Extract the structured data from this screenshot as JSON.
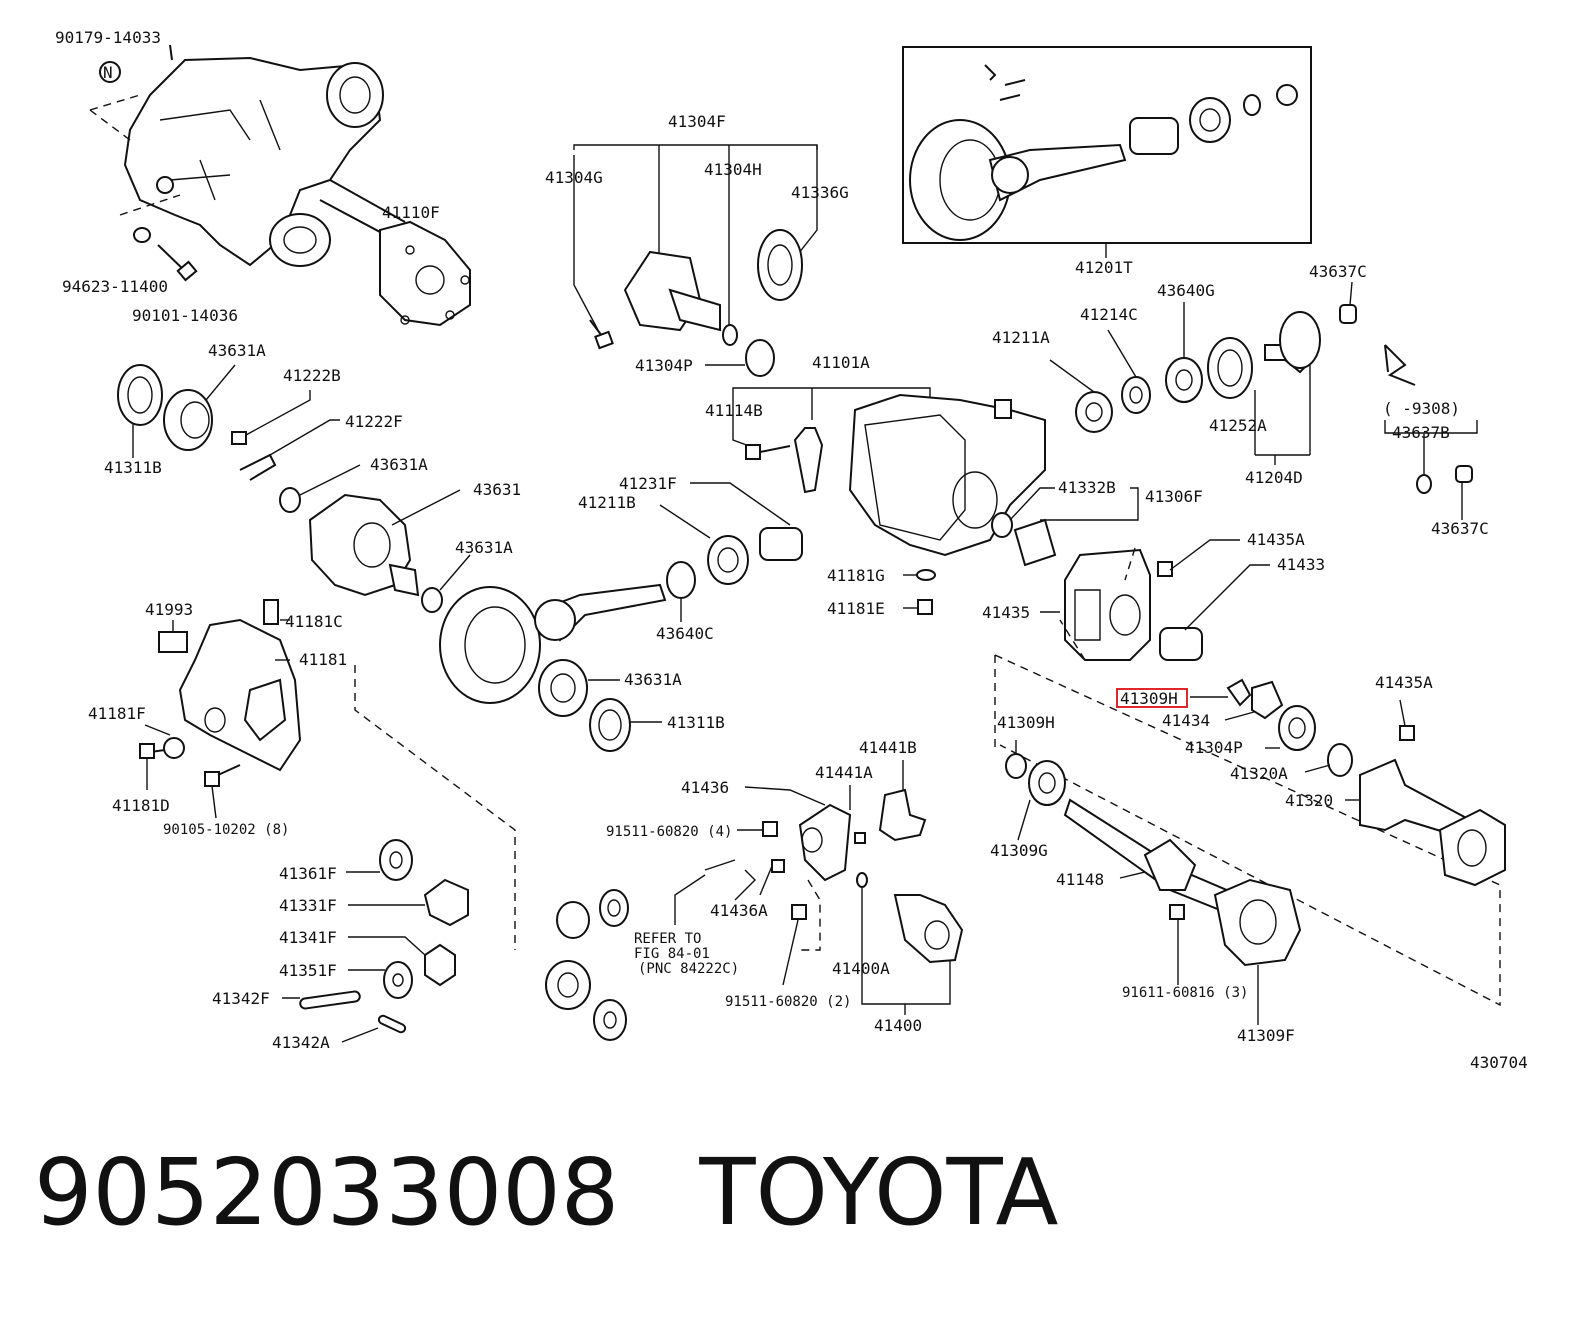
{
  "labels": [
    {
      "id": "90179-14033",
      "text": "90179-14033"
    },
    {
      "id": "N",
      "text": "N"
    },
    {
      "id": "41110F",
      "text": "41110F"
    },
    {
      "id": "94623-11400",
      "text": "94623-11400"
    },
    {
      "id": "90101-14036",
      "text": "90101-14036"
    },
    {
      "id": "41304F",
      "text": "41304F"
    },
    {
      "id": "41304G",
      "text": "41304G"
    },
    {
      "id": "41304H",
      "text": "41304H"
    },
    {
      "id": "41336G",
      "text": "41336G"
    },
    {
      "id": "41304P-top",
      "text": "41304P"
    },
    {
      "id": "41201T",
      "text": "41201T"
    },
    {
      "id": "43631A-1",
      "text": "43631A"
    },
    {
      "id": "41222B",
      "text": "41222B"
    },
    {
      "id": "41222F",
      "text": "41222F"
    },
    {
      "id": "41311B-1",
      "text": "41311B"
    },
    {
      "id": "43631A-2",
      "text": "43631A"
    },
    {
      "id": "43631",
      "text": "43631"
    },
    {
      "id": "43631A-3",
      "text": "43631A"
    },
    {
      "id": "41101A",
      "text": "41101A"
    },
    {
      "id": "41114B",
      "text": "41114B"
    },
    {
      "id": "41211A",
      "text": "41211A"
    },
    {
      "id": "41214C",
      "text": "41214C"
    },
    {
      "id": "43640G",
      "text": "43640G"
    },
    {
      "id": "43637C-1",
      "text": "43637C"
    },
    {
      "id": "41252A",
      "text": "41252A"
    },
    {
      "id": "41204D",
      "text": "41204D"
    },
    {
      "id": "9308",
      "text": "(   -9308)"
    },
    {
      "id": "43637B",
      "text": "43637B"
    },
    {
      "id": "43637C-2",
      "text": "43637C"
    },
    {
      "id": "41231F",
      "text": "41231F"
    },
    {
      "id": "41211B",
      "text": "41211B"
    },
    {
      "id": "41332B",
      "text": "41332B"
    },
    {
      "id": "41306F",
      "text": "41306F"
    },
    {
      "id": "41181G",
      "text": "41181G"
    },
    {
      "id": "41181E",
      "text": "41181E"
    },
    {
      "id": "43640C",
      "text": "43640C"
    },
    {
      "id": "41435A-1",
      "text": "41435A"
    },
    {
      "id": "41433",
      "text": "41433"
    },
    {
      "id": "41435",
      "text": "41435"
    },
    {
      "id": "41993",
      "text": "41993"
    },
    {
      "id": "41181C",
      "text": "41181C"
    },
    {
      "id": "41181",
      "text": "41181"
    },
    {
      "id": "41181F",
      "text": "41181F"
    },
    {
      "id": "41181D",
      "text": "41181D"
    },
    {
      "id": "90105-10202",
      "text": "90105-10202 (8)"
    },
    {
      "id": "43631A-4",
      "text": "43631A"
    },
    {
      "id": "41311B-2",
      "text": "41311B"
    },
    {
      "id": "41309H-hl",
      "text": "41309H"
    },
    {
      "id": "41434",
      "text": "41434"
    },
    {
      "id": "41304P-2",
      "text": "41304P"
    },
    {
      "id": "41435A-2",
      "text": "41435A"
    },
    {
      "id": "41320A",
      "text": "41320A"
    },
    {
      "id": "41320",
      "text": "41320"
    },
    {
      "id": "41309H-2",
      "text": "41309H"
    },
    {
      "id": "41309G",
      "text": "41309G"
    },
    {
      "id": "41441B",
      "text": "41441B"
    },
    {
      "id": "41441A",
      "text": "41441A"
    },
    {
      "id": "41436",
      "text": "41436"
    },
    {
      "id": "91511-60820-4",
      "text": "91511-60820 (4)"
    },
    {
      "id": "41436A",
      "text": "41436A"
    },
    {
      "id": "refer1",
      "text": "REFER TO"
    },
    {
      "id": "refer2",
      "text": "FIG 84-01"
    },
    {
      "id": "refer3",
      "text": "(PNC 84222C)"
    },
    {
      "id": "91511-60820-2",
      "text": "91511-60820 (2)"
    },
    {
      "id": "41400A",
      "text": "41400A"
    },
    {
      "id": "41400",
      "text": "41400"
    },
    {
      "id": "41148",
      "text": "41148"
    },
    {
      "id": "91611-60816",
      "text": "91611-60816 (3)"
    },
    {
      "id": "41309F",
      "text": "41309F"
    },
    {
      "id": "41361F",
      "text": "41361F"
    },
    {
      "id": "41331F",
      "text": "41331F"
    },
    {
      "id": "41341F",
      "text": "41341F"
    },
    {
      "id": "41351F",
      "text": "41351F"
    },
    {
      "id": "41342F",
      "text": "41342F"
    },
    {
      "id": "41342A",
      "text": "41342A"
    },
    {
      "id": "430704",
      "text": "430704"
    }
  ],
  "highlight": {
    "label": "41309H",
    "color": "#e0262b"
  },
  "footer": {
    "part_number": "9052033008",
    "brand": "TOYOTA"
  }
}
